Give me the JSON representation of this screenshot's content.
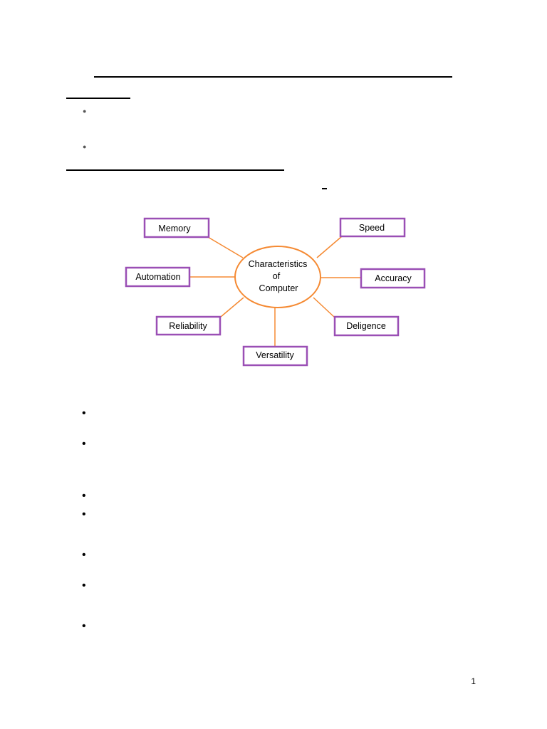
{
  "diagram": {
    "center": [
      "Characteristics",
      "of",
      "Computer"
    ],
    "nodes": {
      "memory": "Memory",
      "speed": "Speed",
      "automation": "Automation",
      "accuracy": "Accuracy",
      "reliability": "Reliability",
      "deligence": "Deligence",
      "versatility": "Versatility"
    },
    "colors": {
      "line": "#f58a33",
      "box": "#9a4fb5",
      "ellipse": "#f58a33"
    }
  },
  "footer": {
    "page_number": "1"
  }
}
